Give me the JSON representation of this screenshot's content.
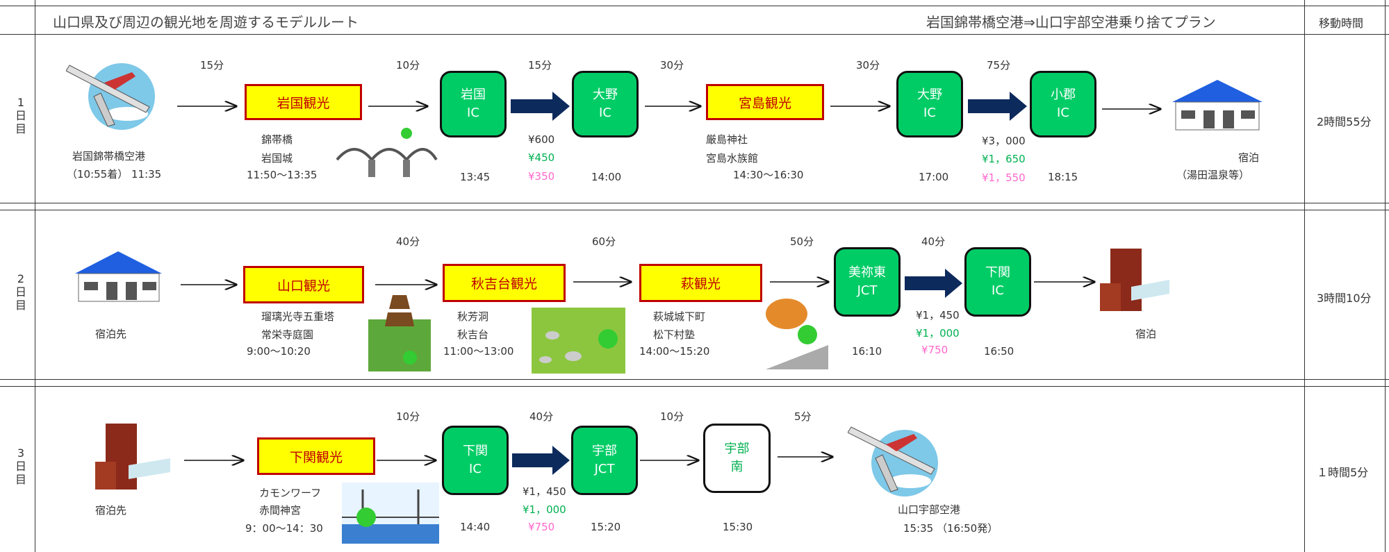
{
  "header": {
    "title_left": "山口県及び周辺の観光地を周遊するモデルルート",
    "title_right": "岩国錦帯橋空港⇒山口宇部空港乗り捨てプラン",
    "col_move": "移動時間"
  },
  "days": [
    {
      "label": [
        "1",
        "日",
        "目"
      ],
      "move_time": "2時間55分",
      "start_name": "岩国錦帯橋空港",
      "start_time": "（10:55着） 11:35",
      "durations": [
        "15分",
        "10分",
        "15分",
        "30分",
        "30分",
        "75分"
      ],
      "sight1": {
        "label": "岩国観光",
        "spots": [
          "錦帯橋",
          "岩国城"
        ],
        "time": "11:50～13:35"
      },
      "ic1": {
        "line1": "岩国",
        "line2": "IC",
        "time": "13:45"
      },
      "ic2": {
        "line1": "大野",
        "line2": "IC",
        "time": "14:00"
      },
      "toll1": [
        "¥600",
        "¥450",
        "¥350"
      ],
      "sight2": {
        "label": "宮島観光",
        "spots": [
          "厳島神社",
          "宮島水族館"
        ],
        "time": "14:30～16:30"
      },
      "ic3": {
        "line1": "大野",
        "line2": "IC",
        "time": "17:00"
      },
      "ic4": {
        "line1": "小郡",
        "line2": "IC",
        "time": "18:15"
      },
      "toll2": [
        "¥3，000",
        "¥1，650",
        "¥1，550"
      ],
      "end_name": "宿泊",
      "end_sub": "（湯田温泉等）"
    },
    {
      "label": [
        "2",
        "日",
        "目"
      ],
      "move_time": "3時間10分",
      "start_name": "宿泊先",
      "durations": [
        "40分",
        "60分",
        "50分",
        "40分"
      ],
      "sight1": {
        "label": "山口観光",
        "spots": [
          "瑠璃光寺五重塔",
          "常栄寺庭園"
        ],
        "time": "9:00～10:20"
      },
      "sight2": {
        "label": "秋吉台観光",
        "spots": [
          "秋芳洞",
          "秋吉台"
        ],
        "time": "11:00～13:00"
      },
      "sight3": {
        "label": "萩観光",
        "spots": [
          "萩城城下町",
          "松下村塾"
        ],
        "time": "14:00～15:20"
      },
      "ic1": {
        "line1": "美祢東",
        "line2": "JCT",
        "time": "16:10"
      },
      "ic2": {
        "line1": "下関",
        "line2": "IC",
        "time": "16:50"
      },
      "toll": [
        "¥1，450",
        "¥1，000",
        "¥750"
      ],
      "end_name": "宿泊"
    },
    {
      "label": [
        "3",
        "日",
        "目"
      ],
      "move_time": "１時間5分",
      "start_name": "宿泊先",
      "durations": [
        "10分",
        "40分",
        "10分",
        "5分"
      ],
      "sight1": {
        "label": "下関観光",
        "spots": [
          "カモンワーフ",
          "赤間神宮"
        ],
        "time": "9：00～14：30"
      },
      "ic1": {
        "line1": "下関",
        "line2": "IC",
        "time": "14:40"
      },
      "ic2": {
        "line1": "宇部",
        "line2": "JCT",
        "time": "15:20"
      },
      "ic3": {
        "line1": "宇部",
        "line2": "南",
        "time": "15:30"
      },
      "toll": [
        "¥1，450",
        "¥1，000",
        "¥750"
      ],
      "end_name": "山口宇部空港",
      "end_time": "15:35 （16:50発）"
    }
  ],
  "colors": {
    "green": "#00cc66",
    "yellow": "#ffff00",
    "red_border": "#c00000",
    "navy": "#0d2a5c"
  }
}
